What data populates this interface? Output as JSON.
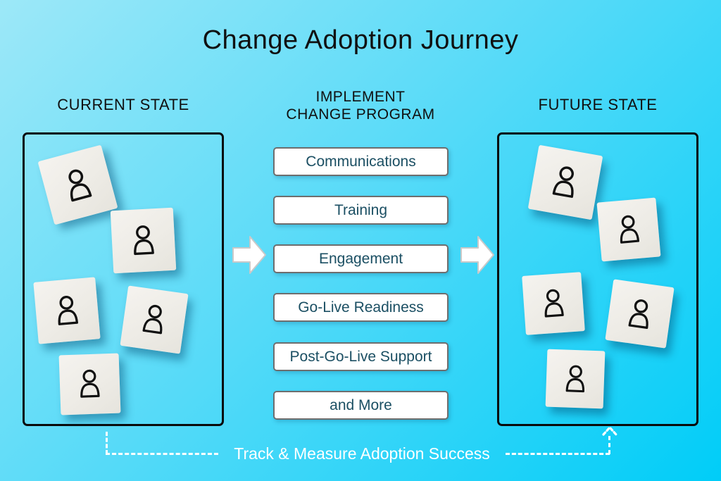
{
  "title": "Change Adoption Journey",
  "columns": {
    "current": {
      "label": "CURRENT STATE"
    },
    "implement": {
      "label_line1": "IMPLEMENT",
      "label_line2": "CHANGE PROGRAM"
    },
    "future": {
      "label": "FUTURE STATE"
    }
  },
  "program_steps": [
    {
      "label": "Communications"
    },
    {
      "label": "Training"
    },
    {
      "label": "Engagement"
    },
    {
      "label": "Go-Live Readiness"
    },
    {
      "label": "Post-Go-Live Support"
    },
    {
      "label": "and More"
    }
  ],
  "tracking": {
    "label": "Track & Measure Adoption Success"
  },
  "tiles": {
    "icon": "person-icon",
    "current_count": 5,
    "future_count": 5
  },
  "colors": {
    "background_top": "#9de8f8",
    "background_bottom": "#00cdf8",
    "step_text": "#1b4f63",
    "step_fill": "#ffffff",
    "step_border": "#6e6e6e",
    "state_box_border": "#0a0a0a",
    "tracking_line": "#ffffff",
    "tile_fill": "#efede7",
    "icon_stroke": "#111111"
  }
}
